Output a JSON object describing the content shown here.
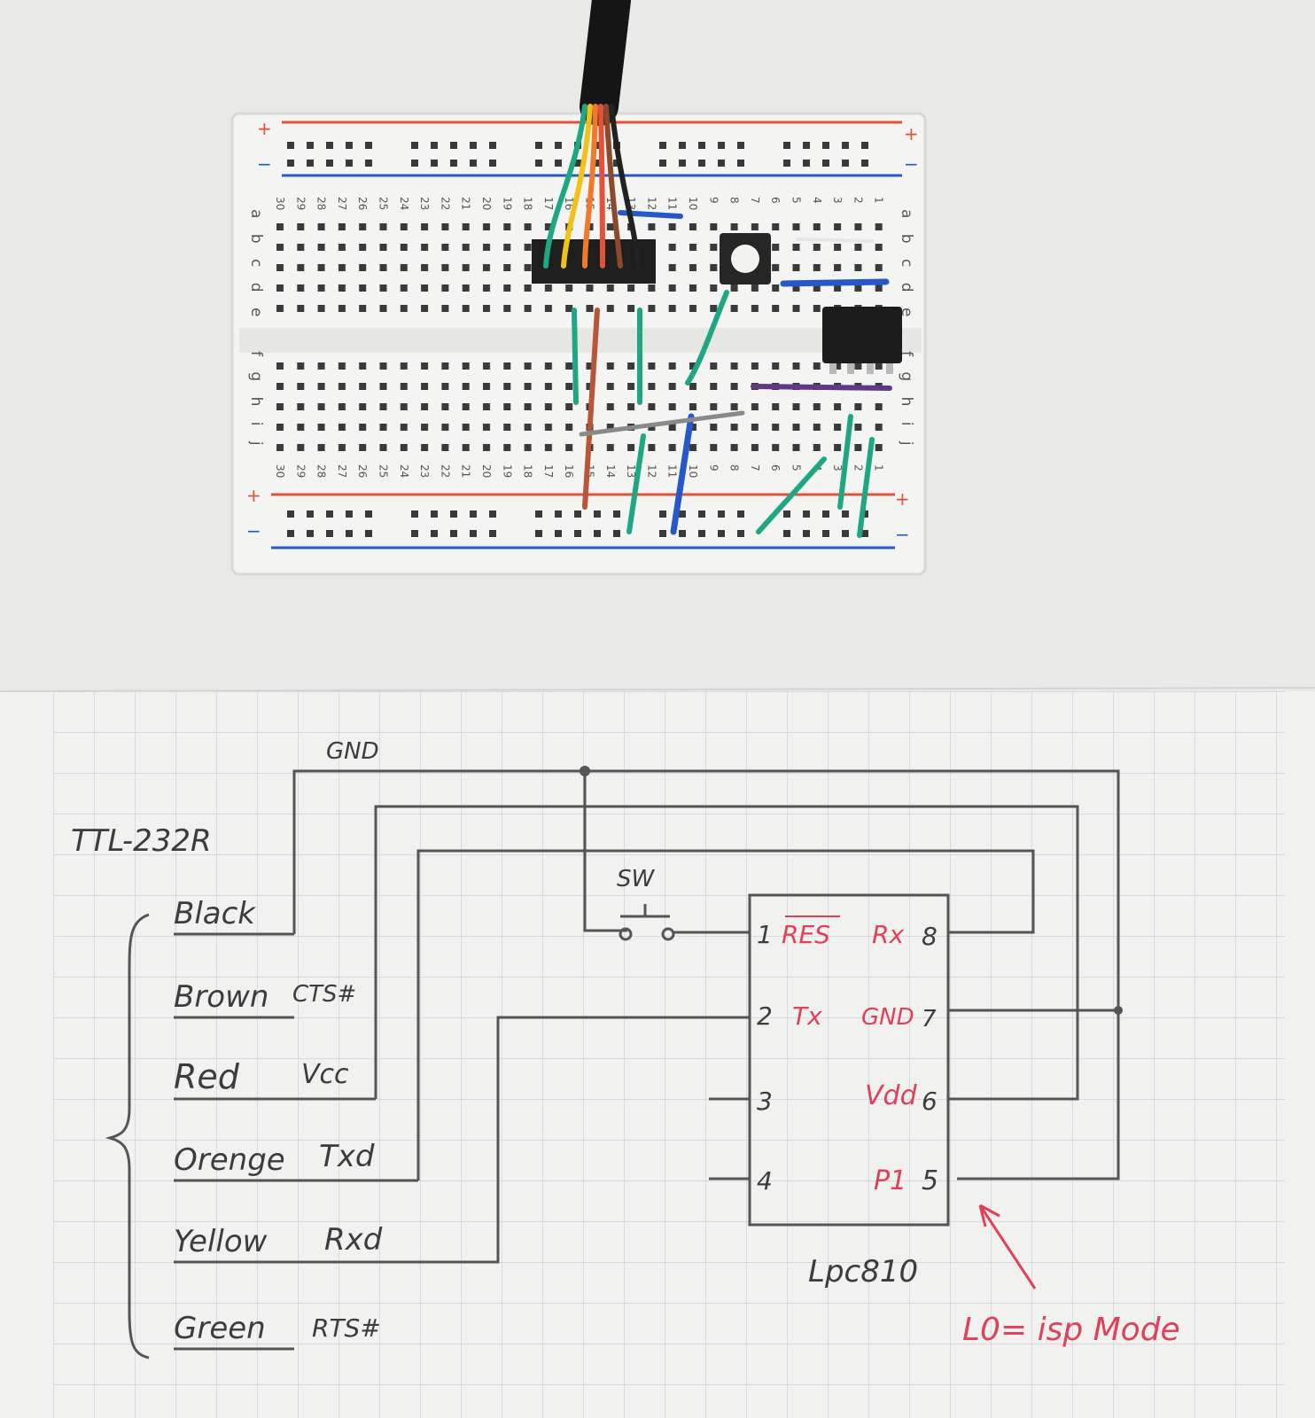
{
  "breadboard": {
    "row_labels_left": "a b c d e",
    "row_labels_left_bottom": "f g h i j",
    "row_labels_right": "a b c d e",
    "row_labels_right_bottom": "f g h i j",
    "plus": "+",
    "minus": "−",
    "column_numbers": [
      "30",
      "29",
      "28",
      "27",
      "26",
      "25",
      "24",
      "23",
      "22",
      "21",
      "20",
      "19",
      "18",
      "17",
      "16",
      "15",
      "14",
      "13",
      "12",
      "11",
      "10",
      "9",
      "8",
      "7",
      "6",
      "5",
      "4",
      "3",
      "2",
      "1"
    ],
    "wire_colors": {
      "red": "#e2513a",
      "blue": "#2658c9",
      "green": "#1ea782",
      "purple": "#5e3a86",
      "brown": "#b7563a",
      "grey": "#8a8a8a",
      "orange": "#f07a2a",
      "yellow": "#f2c21a"
    }
  },
  "schematic": {
    "device": "TTL-232R",
    "gnd_label": "GND",
    "sw_label": "SW",
    "chip_name": "Lpc810",
    "isp_note": "L0= isp Mode",
    "cable": [
      {
        "color": "Black",
        "signal": ""
      },
      {
        "color": "Brown",
        "signal": "CTS#"
      },
      {
        "color": "Red",
        "signal": "Vcc"
      },
      {
        "color": "Orenge",
        "signal": "Txd"
      },
      {
        "color": "Yellow",
        "signal": "Rxd"
      },
      {
        "color": "Green",
        "signal": "RTS#"
      }
    ],
    "pins_left": [
      {
        "num": "1",
        "name": "RES"
      },
      {
        "num": "2",
        "name": "Tx"
      },
      {
        "num": "3",
        "name": ""
      },
      {
        "num": "4",
        "name": ""
      }
    ],
    "pins_right": [
      {
        "num": "8",
        "name": "Rx"
      },
      {
        "num": "7",
        "name": "GND"
      },
      {
        "num": "6",
        "name": "Vdd"
      },
      {
        "num": "5",
        "name": "P1"
      }
    ]
  }
}
